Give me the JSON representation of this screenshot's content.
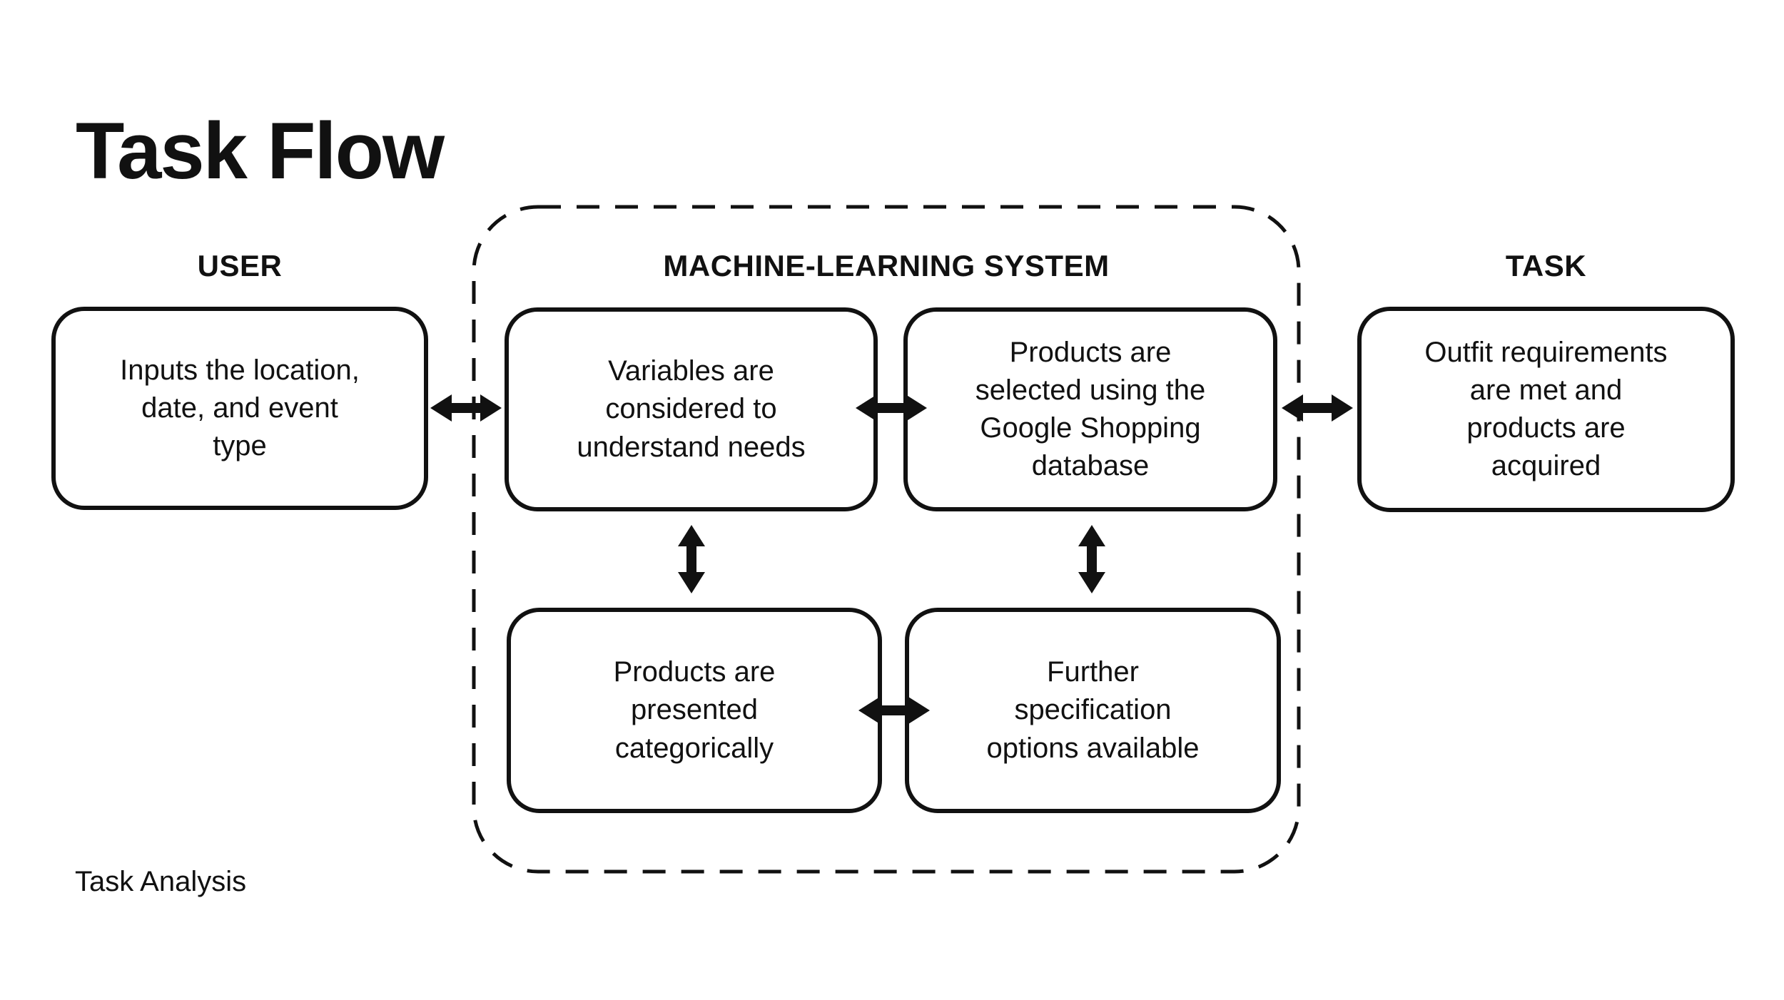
{
  "title": "Task Flow",
  "footer": "Task Analysis",
  "colors": {
    "ink": "#111111",
    "background": "#ffffff"
  },
  "lanes": {
    "user": "USER",
    "system": "MACHINE-LEARNING SYSTEM",
    "task": "TASK"
  },
  "nodes": {
    "user_input": "Inputs the location,\ndate, and event\ntype",
    "variables": "Variables are\nconsidered to\nunderstand needs",
    "selection": "Products are\nselected using the\nGoogle Shopping\ndatabase",
    "presented": "Products are\npresented\ncategorically",
    "further": "Further\nspecification\noptions available",
    "outcome": "Outfit requirements\nare met and\nproducts are\nacquired"
  },
  "connectors": {
    "user_to_system": "double-arrow",
    "variables_to_selection": "double-arrow",
    "system_to_task": "double-arrow",
    "variables_to_presented": "double-arrow",
    "selection_to_further": "double-arrow",
    "presented_to_further": "double-arrow"
  }
}
